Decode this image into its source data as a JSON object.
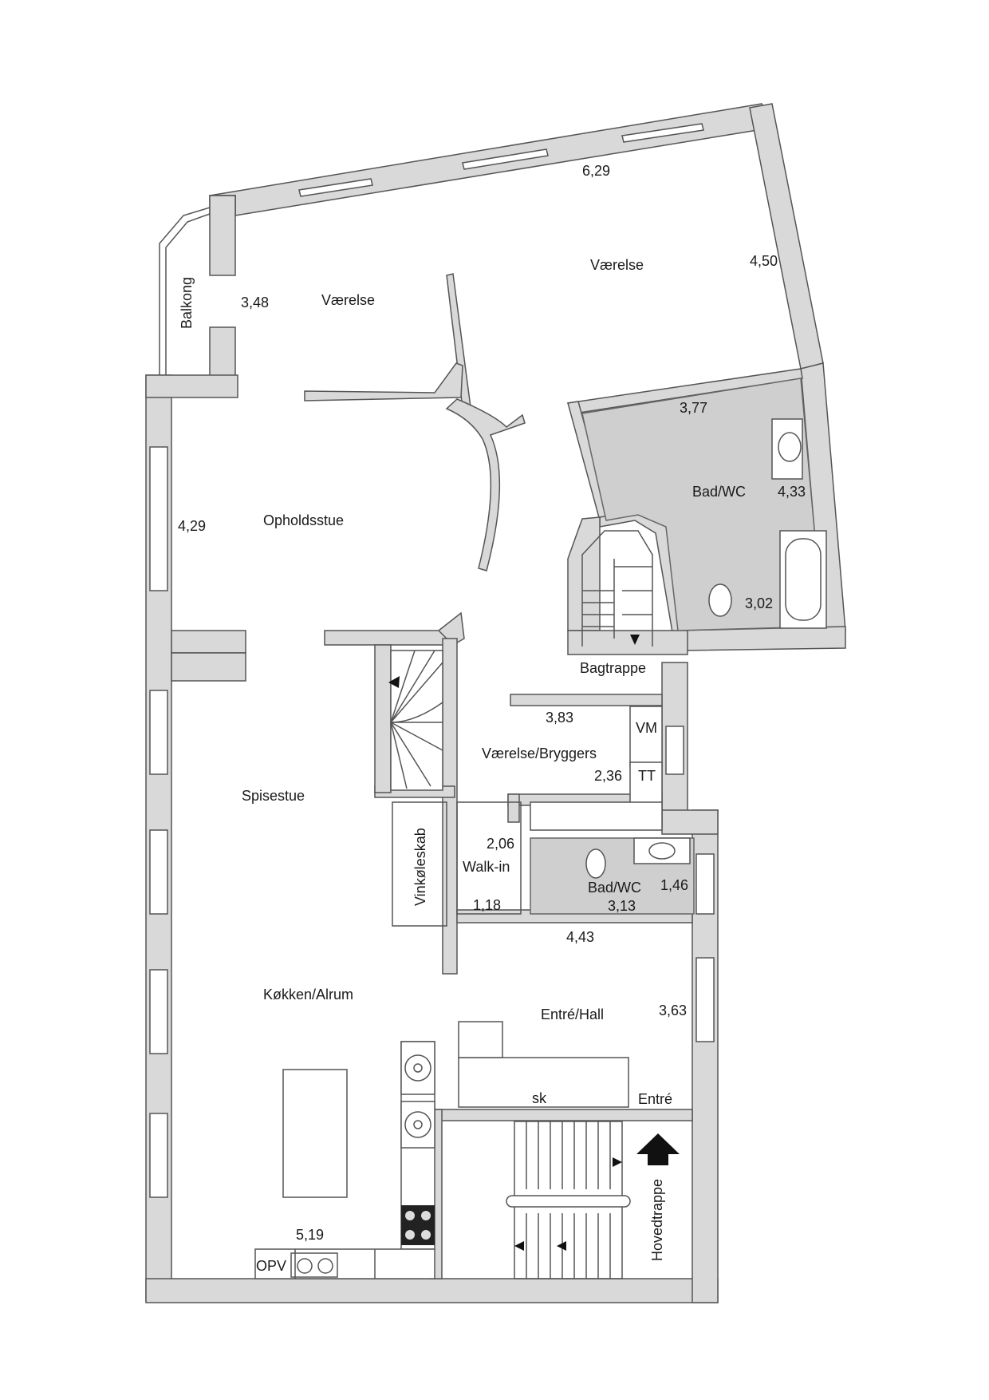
{
  "colors": {
    "wall": "#d9d9d9",
    "wet_room": "#cfcfcf",
    "line": "#555555",
    "text": "#1a1a1a"
  },
  "labels": {
    "balcony": "Balkong",
    "bedroom1": "Værelse",
    "bedroom1_dim": "3,48",
    "bedroom2": "Værelse",
    "bedroom2_width": "6,29",
    "bedroom2_depth": "4,50",
    "bath_main": "Bad/WC",
    "bath_main_w": "3,77",
    "bath_main_d": "4,33",
    "bath_main_toilet": "3,02",
    "living": "Opholdsstue",
    "living_dim": "4,29",
    "back_stairs": "Bagtrappe",
    "utility": "Værelse/Bryggers",
    "utility_w": "3,83",
    "utility_d": "2,36",
    "vm": "VM",
    "tt": "TT",
    "dining": "Spisestue",
    "wine_cooler": "Vinkøleskab",
    "walkin": "Walk-in",
    "walkin_w": "2,06",
    "walkin_d": "1,18",
    "bath2": "Bad/WC",
    "bath2_w": "1,46",
    "bath2_d": "3,13",
    "hall_w": "4,43",
    "kitchen": "Køkken/Alrum",
    "hall": "Entré/Hall",
    "hall_d": "3,63",
    "closet": "sk",
    "entrance": "Entré",
    "main_stairs": "Hovedtrappe",
    "kitchen_dim": "5,19",
    "opv": "OPV"
  },
  "icons": {
    "stove": "hob-icon",
    "fan": "ventilation-fan-icon",
    "sink": "sink-icon",
    "toilet": "toilet-icon",
    "bathtub": "bathtub-icon",
    "arrow": "entrance-arrow-icon"
  }
}
